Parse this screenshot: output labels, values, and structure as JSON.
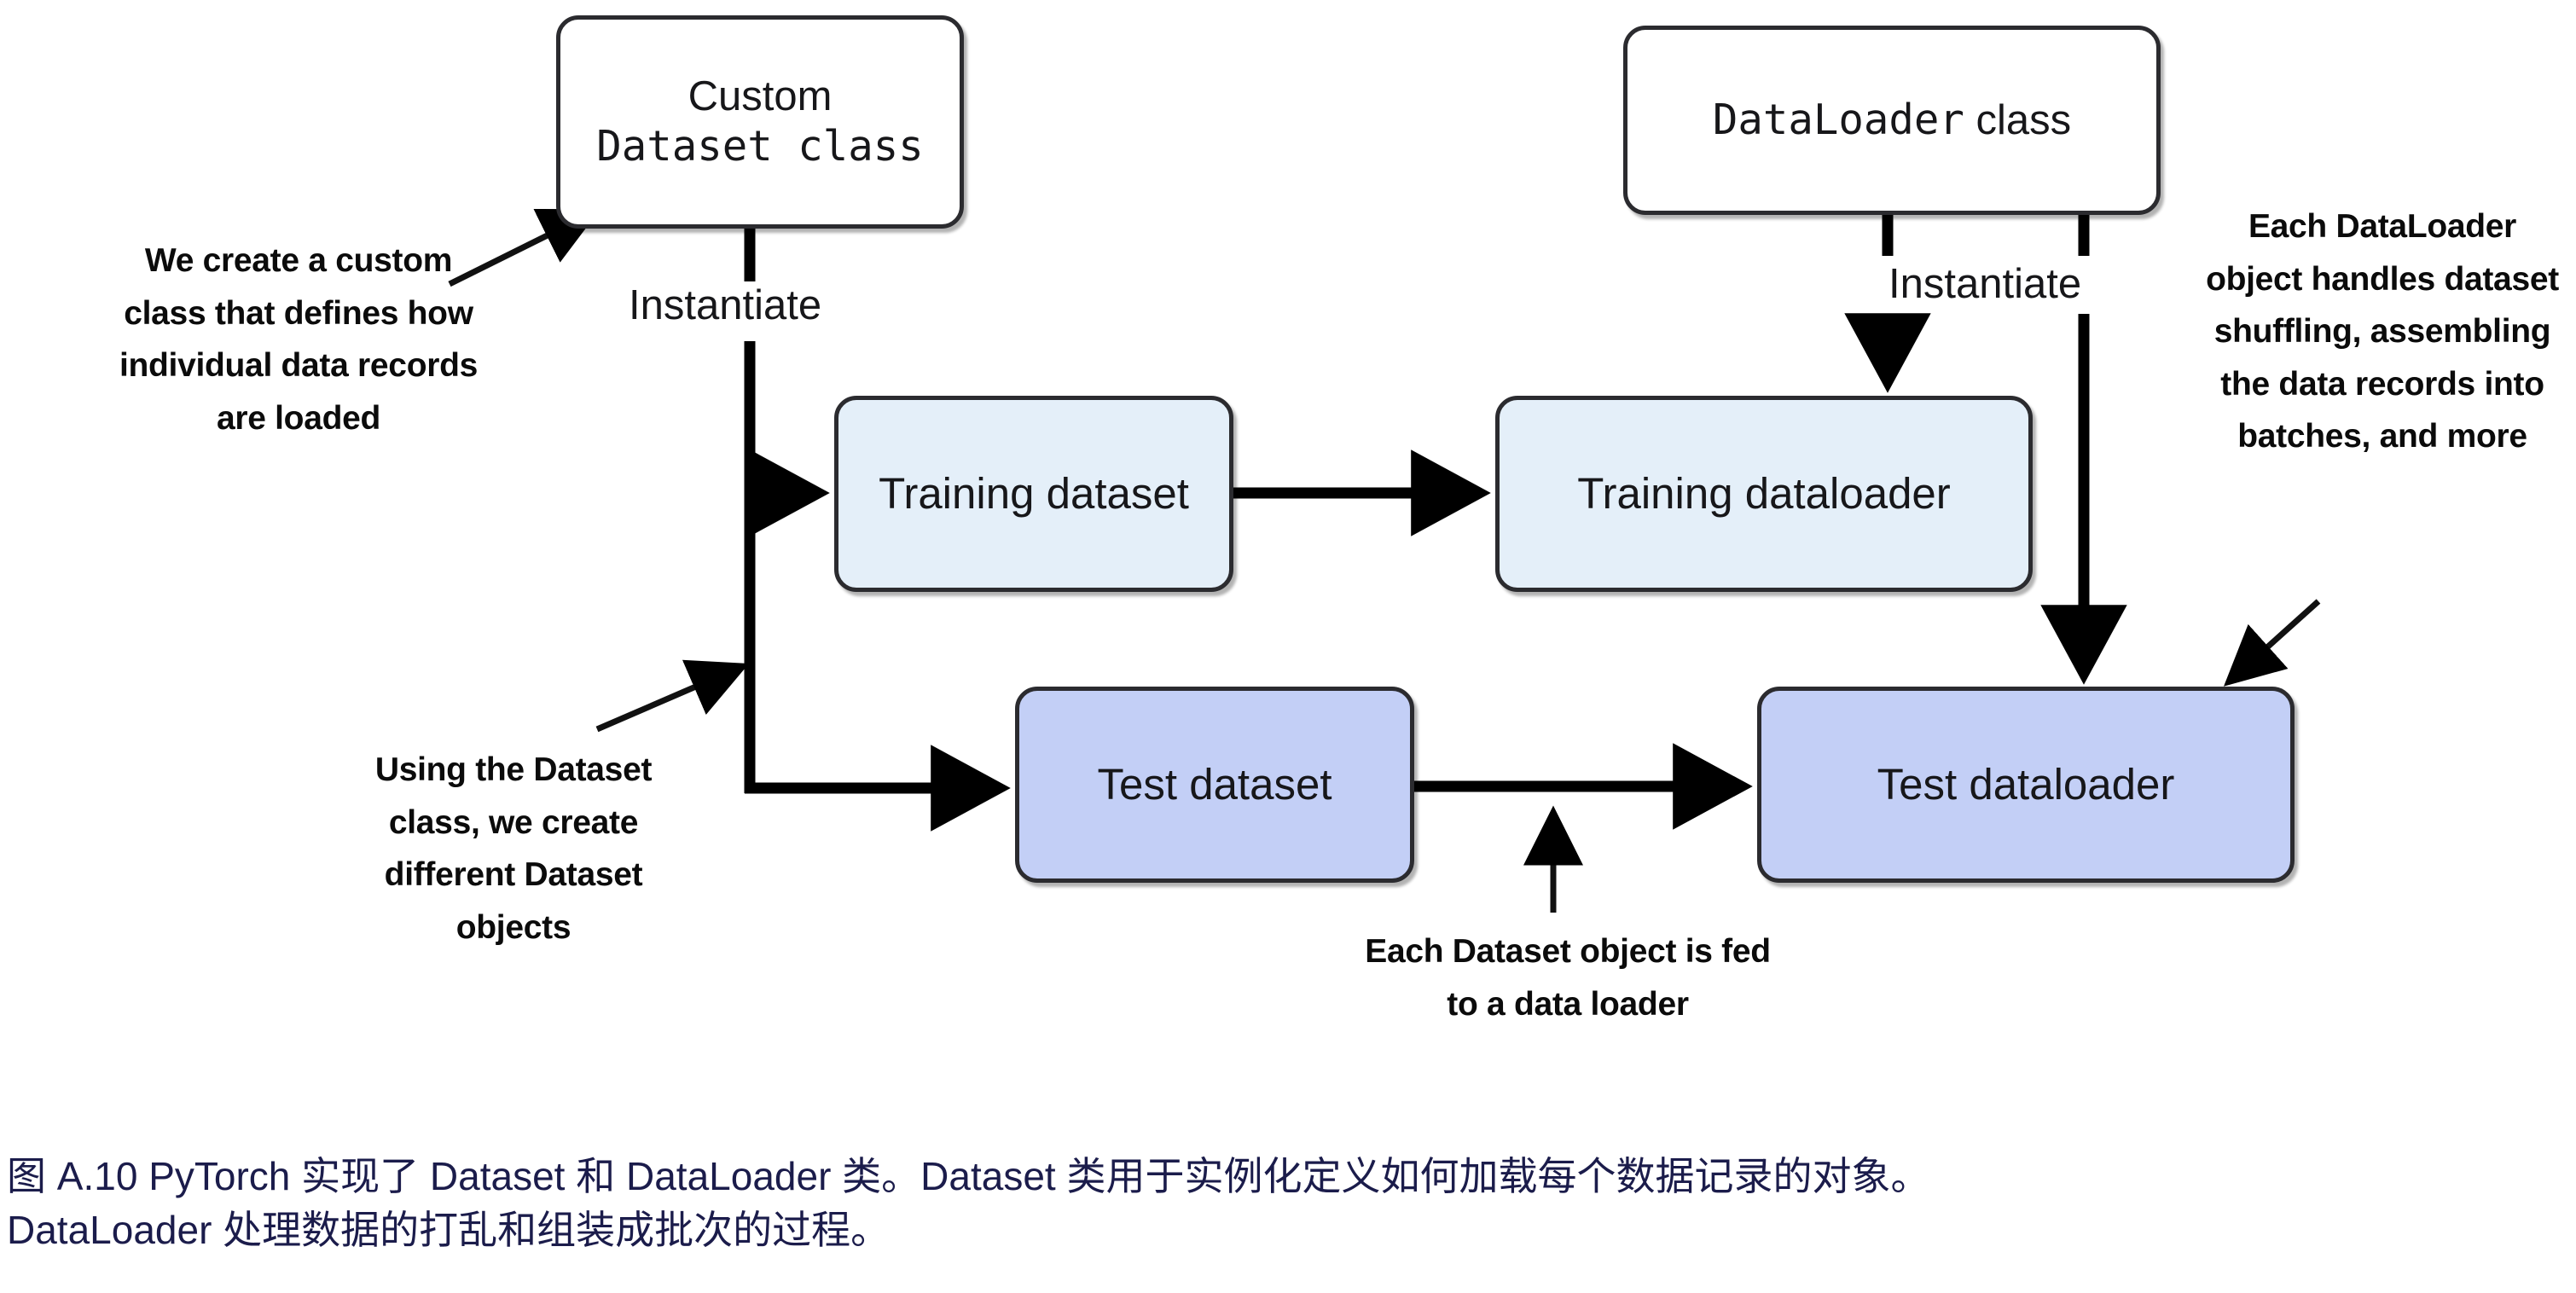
{
  "figure": {
    "nodes": {
      "custom_dataset_class": {
        "line1": "Custom",
        "line2": "Dataset class"
      },
      "dataloader_class": {
        "line1": "DataLoader",
        "line2": "class"
      },
      "training_dataset": {
        "label": "Training dataset"
      },
      "training_dataloader": {
        "label": "Training dataloader"
      },
      "test_dataset": {
        "label": "Test dataset"
      },
      "test_dataloader": {
        "label": "Test dataloader"
      }
    },
    "connector_labels": {
      "instantiate_left": "Instantiate",
      "instantiate_right": "Instantiate"
    },
    "annotations": {
      "create_custom_class": "We create a custom class that defines how individual data records are loaded",
      "using_dataset_class": "Using the Dataset class, we create different Dataset objects",
      "each_dataset_fed": "Each Dataset object is fed to a data loader",
      "each_dataloader_handles": "Each DataLoader object handles dataset shuffling, assembling the data records into batches, and more"
    },
    "caption": {
      "line1": "图 A.10 PyTorch 实现了 Dataset 和 DataLoader 类。Dataset 类用于实例化定义如何加载每个数据记录的对象。",
      "line2": "DataLoader 处理数据的打乱和组装成批次的过程。"
    },
    "colors": {
      "background": "#ffffff",
      "node_stroke": "#2b2b2f",
      "node_white_fill": "#ffffff",
      "node_lightblue_fill": "#e4eff9",
      "node_blue_fill": "#c3cff6",
      "connector": "#000000",
      "annotation_text": "#0b0b0b",
      "caption_text": "#1b1c4b"
    }
  }
}
